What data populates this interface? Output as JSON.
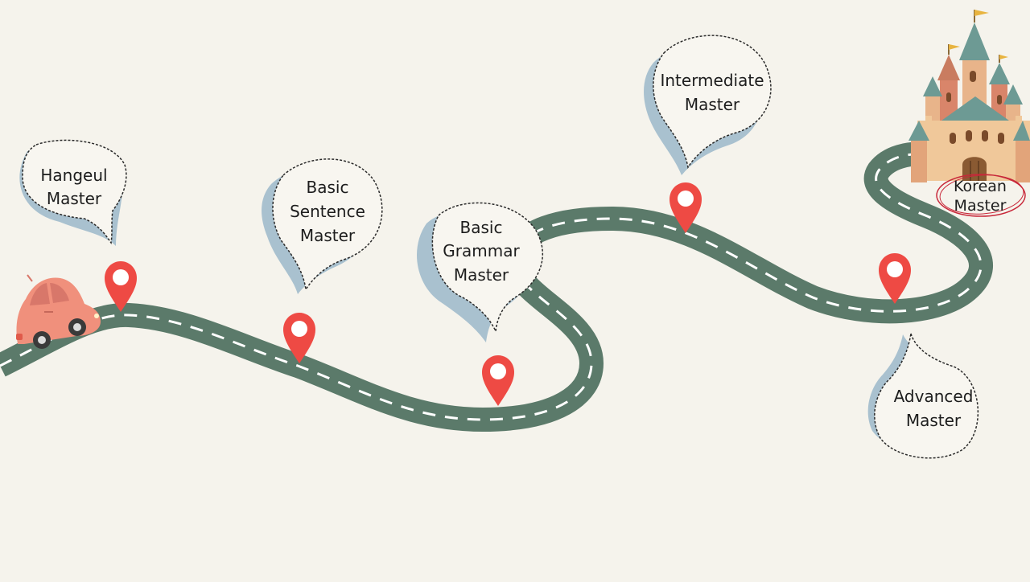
{
  "colors": {
    "background": "#f5f3ec",
    "road": "#5b7a6a",
    "road_dash": "#ffffff",
    "pin": "#ee4a44",
    "bubble_shadow": "#a9c1cf",
    "bubble_outline": "#2a2a2a",
    "car_body": "#f0907c",
    "finish_circle": "#c8283a"
  },
  "milestones": [
    {
      "id": "hangeul",
      "lines": [
        "Hangeul",
        "Master"
      ]
    },
    {
      "id": "basic-sentence",
      "lines": [
        "Basic",
        "Sentence",
        "Master"
      ]
    },
    {
      "id": "basic-grammar",
      "lines": [
        "Basic",
        "Grammar",
        "Master"
      ]
    },
    {
      "id": "intermediate",
      "lines": [
        "Intermediate",
        "Master"
      ]
    },
    {
      "id": "advanced",
      "lines": [
        "Advanced",
        "Master"
      ]
    }
  ],
  "goal": {
    "lines": [
      "Korean",
      "Master"
    ],
    "icon": "castle-icon"
  },
  "vehicle": {
    "icon": "car-icon"
  },
  "marker": {
    "icon": "map-pin-icon"
  }
}
